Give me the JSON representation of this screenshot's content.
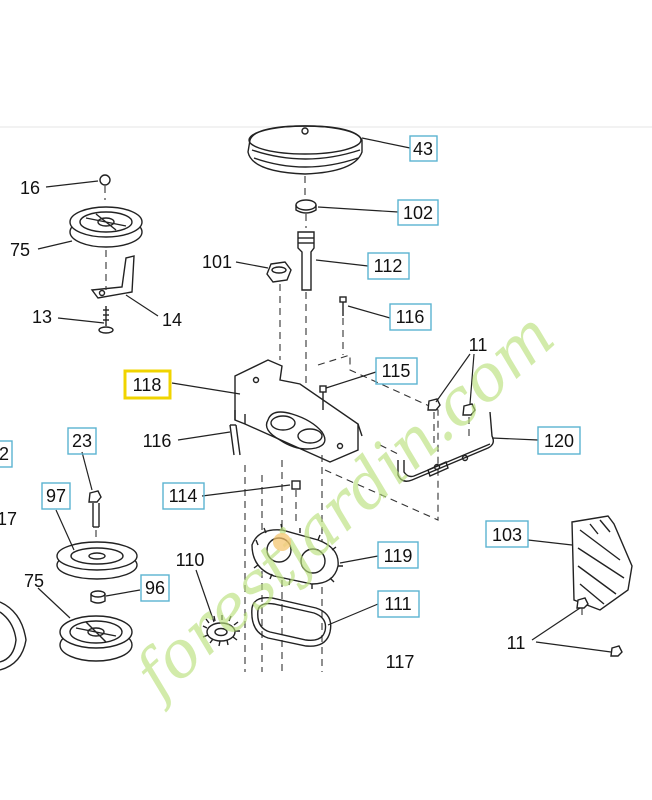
{
  "watermark": {
    "text": "forestjardin.com",
    "colors": [
      "#b8e07a",
      "#a8a39a",
      "#f5c36b"
    ]
  },
  "colors": {
    "label_box": "#5bb3d1",
    "highlight_box": "#f0d400"
  },
  "callouts": [
    {
      "id": "c43",
      "text": "43",
      "boxed": true
    },
    {
      "id": "c16",
      "text": "16",
      "boxed": false
    },
    {
      "id": "c102",
      "text": "102",
      "boxed": true
    },
    {
      "id": "c75a",
      "text": "75",
      "boxed": false
    },
    {
      "id": "c101",
      "text": "101",
      "boxed": false
    },
    {
      "id": "c112",
      "text": "112",
      "boxed": true
    },
    {
      "id": "c14",
      "text": "14",
      "boxed": false
    },
    {
      "id": "c13",
      "text": "13",
      "boxed": false
    },
    {
      "id": "c116a",
      "text": "116",
      "boxed": true
    },
    {
      "id": "c11a",
      "text": "11",
      "boxed": false
    },
    {
      "id": "c118",
      "text": "118",
      "boxed": true,
      "highlight": true
    },
    {
      "id": "c115",
      "text": "115",
      "boxed": true
    },
    {
      "id": "c116b",
      "text": "116",
      "boxed": false
    },
    {
      "id": "c120",
      "text": "120",
      "boxed": true
    },
    {
      "id": "c2",
      "text": "2",
      "boxed": true
    },
    {
      "id": "c23",
      "text": "23",
      "boxed": true
    },
    {
      "id": "c114",
      "text": "114",
      "boxed": true
    },
    {
      "id": "c97",
      "text": "97",
      "boxed": true
    },
    {
      "id": "c17a",
      "text": "17",
      "boxed": false
    },
    {
      "id": "c103",
      "text": "103",
      "boxed": true
    },
    {
      "id": "c110",
      "text": "110",
      "boxed": false
    },
    {
      "id": "c119",
      "text": "119",
      "boxed": true
    },
    {
      "id": "c75b",
      "text": "75",
      "boxed": false
    },
    {
      "id": "c96",
      "text": "96",
      "boxed": true
    },
    {
      "id": "c111",
      "text": "111",
      "boxed": true
    },
    {
      "id": "c11b",
      "text": "11",
      "boxed": false
    },
    {
      "id": "c117",
      "text": "117",
      "boxed": false
    }
  ]
}
